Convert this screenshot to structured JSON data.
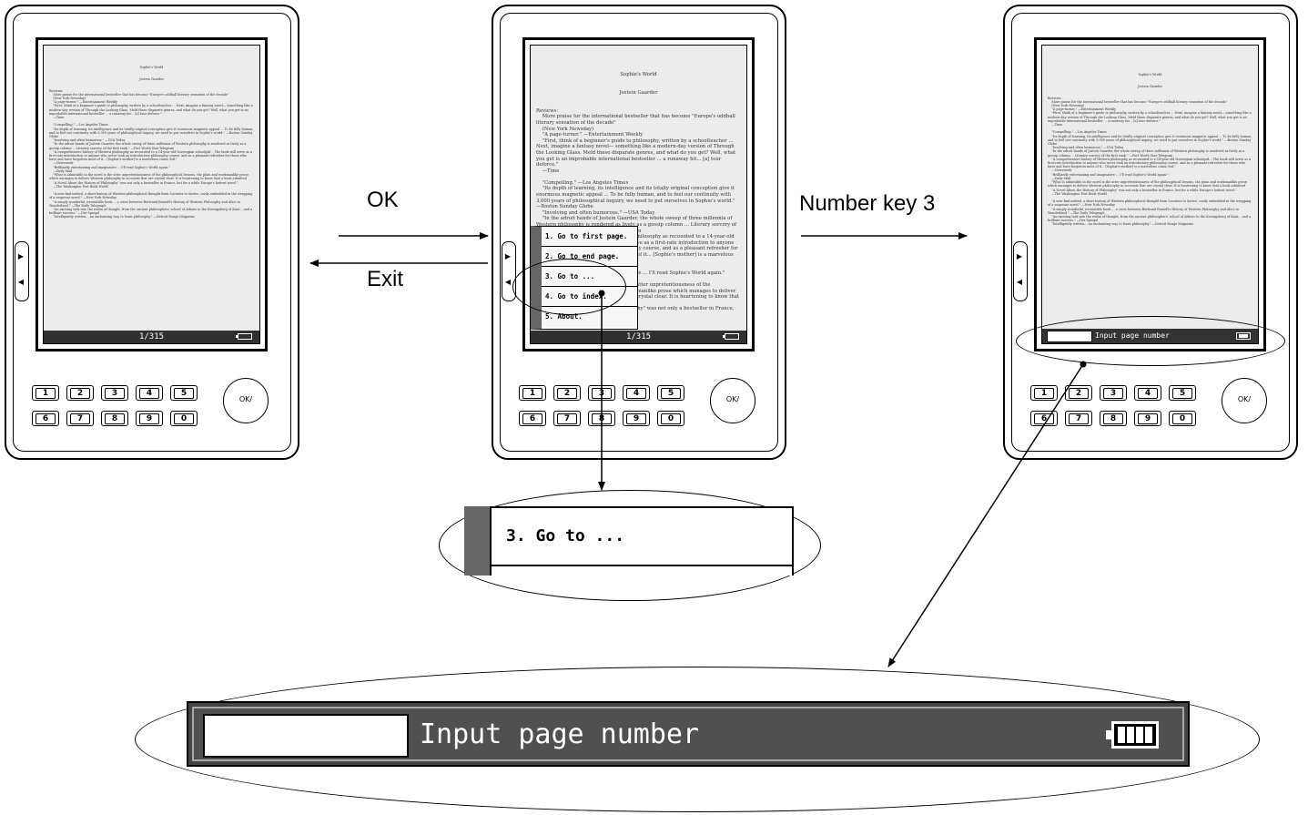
{
  "labels": {
    "ok": "OK",
    "exit": "Exit",
    "number_key": "Number key 3"
  },
  "book": {
    "title": "Sophie's World",
    "author": "Jostein Gaarder",
    "page_indicator": "1/315",
    "body": "Reviews:\n    More praise for the international bestseller that has become \"Europe's oddball literary sensation of the decade\"\n    (New York Newsday)\n    \"A page-turner.\" —Entertainment Weekly\n    \"First, think of a beginner's guide to philosophy, written by a schoolteacher ... Next, imagine a fantasy novel— something like a modern-day version of Through the Looking Glass. Meld these disparate genres, and what do you get? Well, what you get is an improbable international bestseller ... a runaway hit... [a] tour deforce.\"\n    —Time\n\n    \"Compelling.\" —Los Angeles Times\n    \"Its depth of learning, its intelligence and its totally original conception give it enormous magnetic appeal ... To be fully human, and to feel our continuity with 3,000 years of philosophical inquiry, we need to put ourselves in Sophie's world.\" —Boston Sunday Globe\n    \"Involving and often humorous.\" —USA Today\n    \"In the adroit hands of Jostein Gaarder, the whole sweep of three millennia of Western philosophy is rendered as lively as a gossip column ... Literary sorcery of the first rank.\" —Fort Worth Star-Telegram\n    \"A comprehensive history of Western philosophy as recounted to a 14-year-old Norwegian schoolgirl... The book will serve as a first-rate introduction to anyone who never took an introductory philosophy course, and as a pleasant refresher for those who have and have forgotten most of it... [Sophie's mother] is a marvelous comic foil.\"\n    —Newsweek\n    \"Brilliantly entertaining and imaginative ... I'll read Sophie's World again.\"\n    —Daily Mail\n    \"What is admirable in the novel is the utter unpretentiousness of the philosophical lessons, the plain and workmanlike prose which manages to deliver Western philosophy in accounts that are crystal clear. It is heartening to know that a book admitted\n    \"A Novel About the History of Philosophy\" was not only a bestseller in France, but for a while Europe's hottest novel.\"\n    —The Washington Post Book World\n\n    \"A new find indeed, a short history of Western philosophical thought from Socrates to Sartre, cozily embedded in the wrapping of a suspense novel.\" —New York Newsday\n    \"A simply wonderful, irresistible book ... a cross between Bertrand Russell's History of Western Philosophy and Alice in Wonderland.\" —The Daily Telegraph\n    \"An exciting trek into the realm of thought, from the ancient philosophers' school of Athens to the Koenigsberg of Kant... and a brilliant success.\" —Der Spiegel\n    \"Intelligently written... an enchanting way to learn philosophy.\" —Detroit Rouge Magazine"
  },
  "menu": {
    "items": [
      "1. Go to first page.",
      "2. Go to end page.",
      "3. Go to ...",
      "4. Go to index.",
      "5. About."
    ]
  },
  "zoom_menu_item": "3. Go to ...",
  "input_prompt": "Input page number",
  "keys": {
    "row1": [
      "1",
      "2",
      "3",
      "4",
      "5"
    ],
    "row2": [
      "6",
      "7",
      "8",
      "9",
      "0"
    ],
    "ok_label": "OK/"
  },
  "side_buttons": [
    "▶",
    "◀"
  ]
}
